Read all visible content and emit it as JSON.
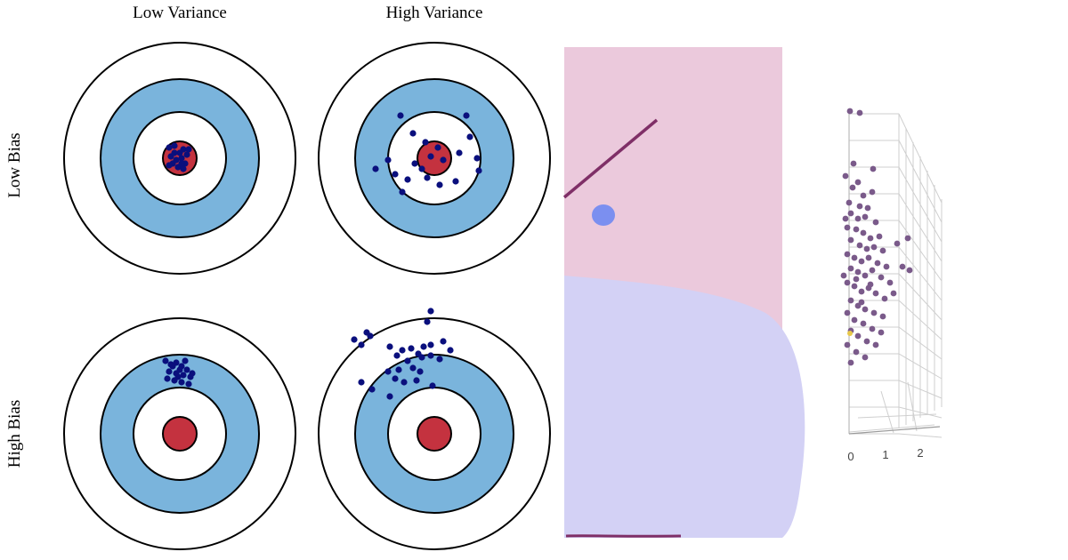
{
  "targets": {
    "column_labels": [
      "Low Variance",
      "High Variance"
    ],
    "row_labels": [
      "Low Bias",
      "High Bias"
    ],
    "colors": {
      "ring_outline": "#000000",
      "outer_ring": "#ffffff",
      "middle_ring": "#7ab4dc",
      "bullseye": "#c4323f",
      "shot": "#0a0f7d"
    },
    "panels": [
      {
        "id": "low-bias-low-variance",
        "shots": [
          [
            -12,
            -12
          ],
          [
            -6,
            -14
          ],
          [
            4,
            -10
          ],
          [
            8,
            -4
          ],
          [
            -10,
            -2
          ],
          [
            -4,
            2
          ],
          [
            2,
            0
          ],
          [
            6,
            6
          ],
          [
            -8,
            6
          ],
          [
            -2,
            10
          ],
          [
            4,
            12
          ],
          [
            -12,
            8
          ],
          [
            0,
            -6
          ],
          [
            10,
            -10
          ],
          [
            -6,
            -6
          ],
          [
            2,
            6
          ]
        ]
      },
      {
        "id": "low-bias-high-variance",
        "shots": [
          [
            -38,
            -48
          ],
          [
            36,
            -48
          ],
          [
            -24,
            -28
          ],
          [
            -10,
            -18
          ],
          [
            4,
            -12
          ],
          [
            -4,
            -2
          ],
          [
            10,
            2
          ],
          [
            -22,
            6
          ],
          [
            28,
            -6
          ],
          [
            -52,
            2
          ],
          [
            -66,
            12
          ],
          [
            48,
            0
          ],
          [
            50,
            14
          ],
          [
            -8,
            22
          ],
          [
            6,
            30
          ],
          [
            24,
            26
          ],
          [
            -30,
            24
          ],
          [
            -36,
            38
          ],
          [
            40,
            -24
          ],
          [
            -14,
            12
          ],
          [
            -44,
            18
          ]
        ]
      },
      {
        "id": "high-bias-low-variance",
        "shots": [
          [
            -16,
            -82
          ],
          [
            -10,
            -78
          ],
          [
            -4,
            -80
          ],
          [
            2,
            -76
          ],
          [
            8,
            -72
          ],
          [
            -12,
            -70
          ],
          [
            -4,
            -68
          ],
          [
            4,
            -66
          ],
          [
            12,
            -64
          ],
          [
            -14,
            -62
          ],
          [
            -6,
            -60
          ],
          [
            2,
            -58
          ],
          [
            10,
            -56
          ],
          [
            -8,
            -76
          ],
          [
            6,
            -82
          ],
          [
            14,
            -68
          ],
          [
            0,
            -72
          ],
          [
            -2,
            -64
          ]
        ]
      },
      {
        "id": "high-bias-high-variance",
        "shots": [
          [
            -76,
            -114
          ],
          [
            -72,
            -110
          ],
          [
            -82,
            -100
          ],
          [
            -90,
            -106
          ],
          [
            -4,
            -138
          ],
          [
            -8,
            -126
          ],
          [
            -4,
            -100
          ],
          [
            10,
            -104
          ],
          [
            18,
            -94
          ],
          [
            -50,
            -98
          ],
          [
            -36,
            -94
          ],
          [
            -42,
            -88
          ],
          [
            -26,
            -96
          ],
          [
            -18,
            -90
          ],
          [
            -30,
            -82
          ],
          [
            -24,
            -74
          ],
          [
            -14,
            -86
          ],
          [
            -4,
            -88
          ],
          [
            6,
            -84
          ],
          [
            -40,
            -72
          ],
          [
            -16,
            -70
          ],
          [
            -44,
            -62
          ],
          [
            -34,
            -58
          ],
          [
            -82,
            -58
          ],
          [
            -70,
            -50
          ],
          [
            -52,
            -70
          ],
          [
            -20,
            -60
          ],
          [
            -2,
            -54
          ],
          [
            -50,
            -42
          ],
          [
            -12,
            -98
          ]
        ]
      }
    ]
  },
  "boundary_panel": {
    "colors": {
      "region_upper": "#ebc9dc",
      "region_lower": "#d3d1f5",
      "line": "#7f2f67",
      "blob": "#7b8ff0"
    }
  },
  "scatter3d": {
    "x_ticks": [
      "0",
      "1",
      "2"
    ],
    "colors": {
      "point": "#7a5a8a",
      "grid": "#cfcfcf",
      "highlight": "#e8c84a"
    },
    "points": [
      [
        -5,
        125
      ],
      [
        6,
        127
      ],
      [
        -1,
        184
      ],
      [
        21,
        190
      ],
      [
        -10,
        198
      ],
      [
        4,
        205
      ],
      [
        -2,
        211
      ],
      [
        10,
        220
      ],
      [
        20,
        216
      ],
      [
        -6,
        228
      ],
      [
        6,
        232
      ],
      [
        15,
        234
      ],
      [
        -4,
        240
      ],
      [
        4,
        246
      ],
      [
        12,
        244
      ],
      [
        24,
        250
      ],
      [
        -8,
        256
      ],
      [
        2,
        258
      ],
      [
        10,
        262
      ],
      [
        18,
        268
      ],
      [
        28,
        266
      ],
      [
        -4,
        270
      ],
      [
        6,
        276
      ],
      [
        14,
        280
      ],
      [
        22,
        278
      ],
      [
        32,
        282
      ],
      [
        -8,
        286
      ],
      [
        0,
        290
      ],
      [
        8,
        294
      ],
      [
        16,
        290
      ],
      [
        26,
        296
      ],
      [
        36,
        300
      ],
      [
        -4,
        302
      ],
      [
        4,
        306
      ],
      [
        12,
        310
      ],
      [
        20,
        304
      ],
      [
        30,
        312
      ],
      [
        40,
        318
      ],
      [
        -8,
        318
      ],
      [
        0,
        322
      ],
      [
        8,
        328
      ],
      [
        16,
        324
      ],
      [
        24,
        330
      ],
      [
        34,
        336
      ],
      [
        44,
        330
      ],
      [
        -4,
        338
      ],
      [
        4,
        344
      ],
      [
        12,
        348
      ],
      [
        22,
        352
      ],
      [
        32,
        356
      ],
      [
        -8,
        352
      ],
      [
        0,
        360
      ],
      [
        10,
        364
      ],
      [
        20,
        370
      ],
      [
        30,
        374
      ],
      [
        -4,
        372
      ],
      [
        4,
        378
      ],
      [
        14,
        384
      ],
      [
        24,
        388
      ],
      [
        -8,
        388
      ],
      [
        2,
        396
      ],
      [
        12,
        402
      ],
      [
        -4,
        408
      ],
      [
        48,
        274
      ],
      [
        60,
        268
      ],
      [
        54,
        300
      ],
      [
        62,
        304
      ],
      [
        -10,
        246
      ],
      [
        -12,
        310
      ],
      [
        8,
        340
      ],
      [
        2,
        314
      ],
      [
        18,
        320
      ]
    ]
  }
}
